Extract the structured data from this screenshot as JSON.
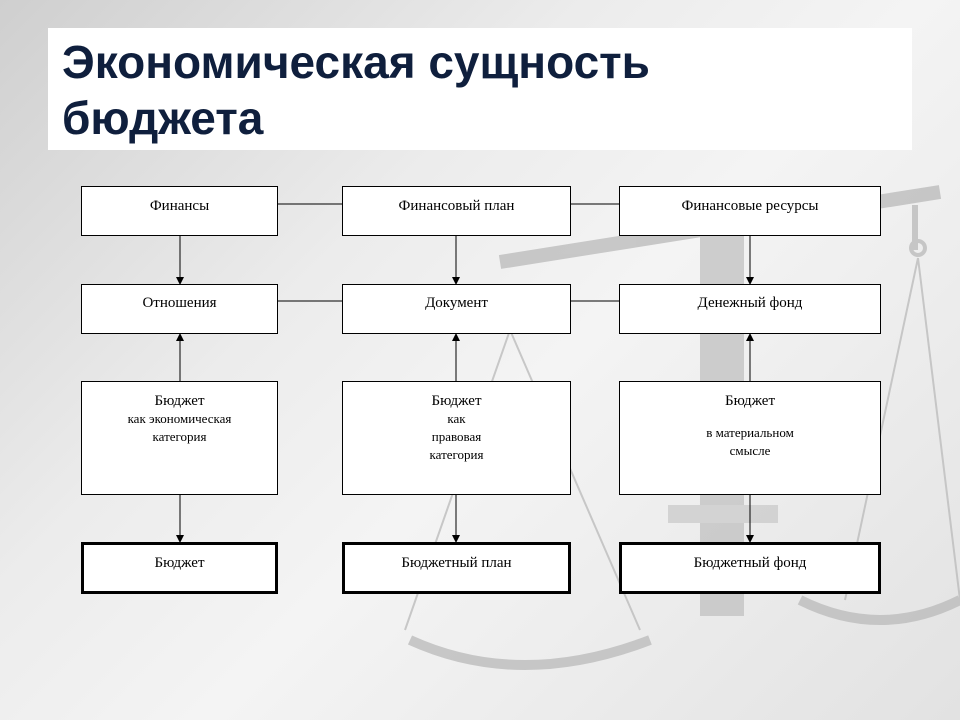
{
  "slide": {
    "title_line1": "Экономическая сущность",
    "title_line2": "бюджета"
  },
  "diagram": {
    "row1": [
      "Финансы",
      "Финансовый план",
      "Финансовые ресурсы"
    ],
    "row2": [
      "Отношения",
      "Документ",
      "Денежный фонд"
    ],
    "row3": [
      {
        "label": "Бюджет",
        "sub": [
          "как экономическая",
          "категория"
        ]
      },
      {
        "label": "Бюджет",
        "sub": [
          "как",
          "правовая",
          "категория"
        ]
      },
      {
        "label": "Бюджет",
        "sub": [
          "в материальном",
          "смысле"
        ]
      }
    ],
    "row4": [
      "Бюджет",
      "Бюджетный план",
      "Бюджетный фонд"
    ]
  },
  "colors": {
    "title": "#0f1f3d",
    "title_band": "#ffffff",
    "box_border": "#000000"
  }
}
